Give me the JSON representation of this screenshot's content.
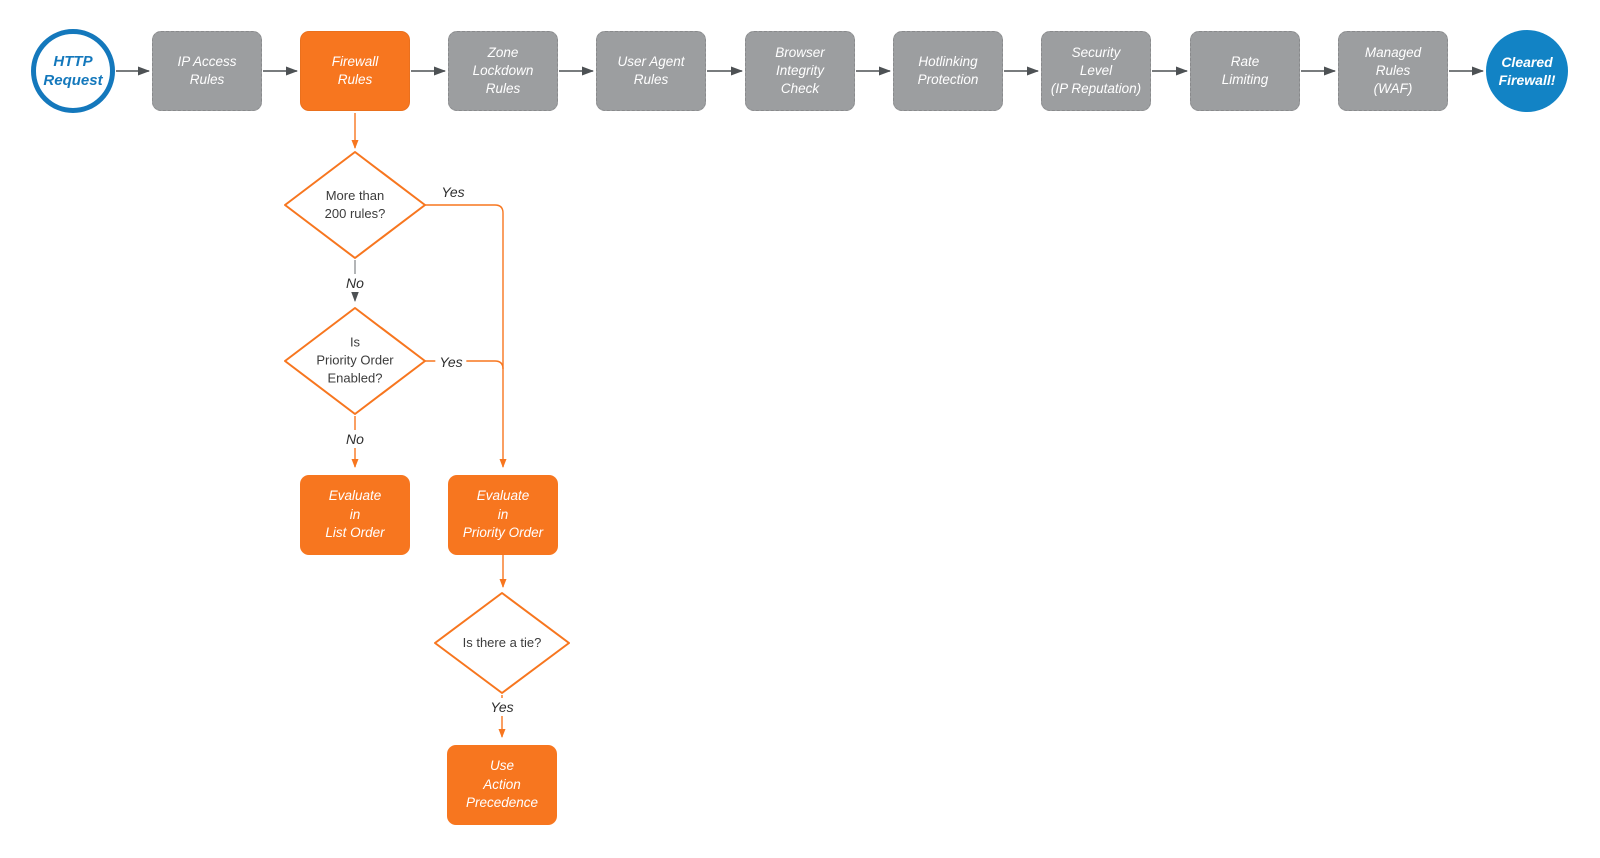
{
  "pipeline": [
    {
      "label": "HTTP\nRequest"
    },
    {
      "label": "IP Access\nRules"
    },
    {
      "label": "Firewall\nRules"
    },
    {
      "label": "Zone\nLockdown\nRules"
    },
    {
      "label": "User Agent\nRules"
    },
    {
      "label": "Browser\nIntegrity\nCheck"
    },
    {
      "label": "Hotlinking\nProtection"
    },
    {
      "label": "Security\nLevel\n(IP Reputation)"
    },
    {
      "label": "Rate\nLimiting"
    },
    {
      "label": "Managed\nRules\n(WAF)"
    },
    {
      "label": "Cleared\nFirewall!"
    }
  ],
  "decisions": [
    {
      "label": "More than\n200 rules?",
      "yes": "Yes",
      "no": "No"
    },
    {
      "label": "Is\nPriority Order\nEnabled?",
      "yes": "Yes",
      "no": "No"
    },
    {
      "label": "Is there a tie?",
      "yes": "Yes"
    }
  ],
  "outcomes": [
    {
      "label": "Evaluate\nin\nList Order"
    },
    {
      "label": "Evaluate\nin\nPriority Order"
    },
    {
      "label": "Use\nAction\nPrecedence"
    }
  ],
  "colors": {
    "accent_orange": "#F7761F",
    "step_gray": "#9C9EA0",
    "terminal_blue_stroke": "#1478BC",
    "terminal_blue_fill": "#1283C5",
    "connector_gray": "#4D5154",
    "decision_text": "#3C3C3C"
  }
}
